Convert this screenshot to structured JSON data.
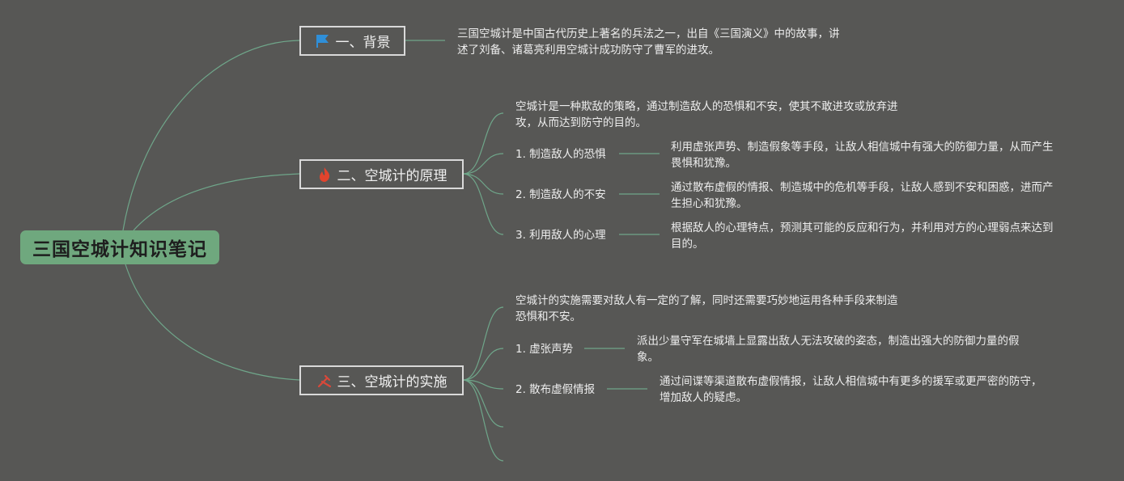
{
  "root": {
    "title": "三国空城计知识笔记"
  },
  "branches": [
    {
      "label": "一、背景",
      "icon": "flag-icon",
      "desc": "三国空城计是中国古代历史上著名的兵法之一，出自《三国演义》中的故事，讲\n述了刘备、诸葛亮利用空城计成功防守了曹军的进攻。"
    },
    {
      "label": "二、空城计的原理",
      "icon": "flame-icon",
      "intro": "空城计是一种欺敌的策略，通过制造敌人的恐惧和不安，使其不敢进攻或放弃进\n攻，从而达到防守的目的。",
      "items": [
        {
          "label": "1. 制造敌人的恐惧",
          "desc": "利用虚张声势、制造假象等手段，让敌人相信城中有强大的防御力量，从而产生\n畏惧和犹豫。"
        },
        {
          "label": "2. 制造敌人的不安",
          "desc": "通过散布虚假的情报、制造城中的危机等手段，让敌人感到不安和困惑，进而产\n生担心和犹豫。"
        },
        {
          "label": "3. 利用敌人的心理",
          "desc": "根据敌人的心理特点，预测其可能的反应和行为，并利用对方的心理弱点来达到\n目的。"
        }
      ]
    },
    {
      "label": "三、空城计的实施",
      "icon": "tools-icon",
      "intro": "空城计的实施需要对敌人有一定的了解，同时还需要巧妙地运用各种手段来制造\n恐惧和不安。",
      "items": [
        {
          "label": "1. 虚张声势",
          "desc": "派出少量守军在城墙上显露出敌人无法攻破的姿态，制造出强大的防御力量的假\n象。"
        },
        {
          "label": "2. 散布虚假情报",
          "desc": "通过间谍等渠道散布虚假情报，让敌人相信城中有更多的援军或更严密的防守，\n增加敌人的疑虑。"
        }
      ]
    }
  ],
  "colors": {
    "background": "#575755",
    "root_fill": "#6fa87e",
    "connector": "#6fa68a",
    "flag": "#2f8fd8",
    "flame": "#e2442d",
    "tools": "#d8483a"
  }
}
